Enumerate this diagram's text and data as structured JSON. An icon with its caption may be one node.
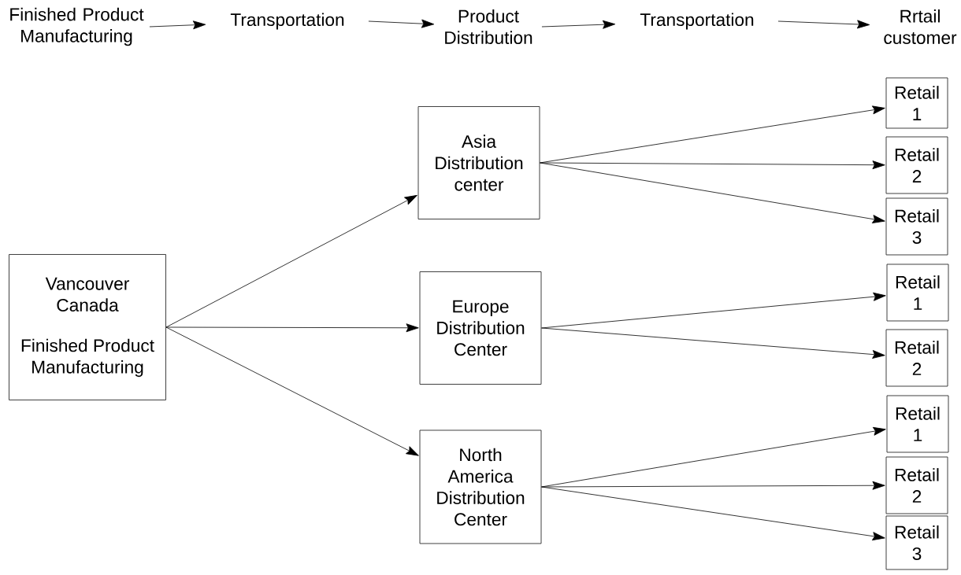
{
  "diagram": {
    "nodes": [
      {
        "text": [
          "Finished Product Manufacturing"
        ]
      },
      {
        "text": [
          "Transportation"
        ]
      },
      {
        "text": [
          "Product Distribution"
        ]
      },
      {
        "text": [
          "Transportation"
        ]
      },
      {
        "text": [
          "Rrtail customer"
        ]
      },
      {
        "text": [
          "Vancouver Canada",
          "Finished Product Manufacturing"
        ]
      },
      {
        "text": [
          "Asia Distribution center"
        ]
      },
      {
        "text": [
          "Europe Distribution Center"
        ]
      },
      {
        "text": [
          "North America Distribution Center"
        ]
      },
      {
        "text": [
          "Retail 1"
        ]
      },
      {
        "text": [
          "Retail 2"
        ]
      },
      {
        "text": [
          "Retail 3"
        ]
      },
      {
        "text": [
          "Retail 1"
        ]
      },
      {
        "text": [
          "Retail 2"
        ]
      },
      {
        "text": [
          "Retail 1"
        ]
      },
      {
        "text": [
          "Retail 2"
        ]
      },
      {
        "text": [
          "Retail 3"
        ]
      }
    ],
    "edges": [
      {
        "from": 0,
        "to": 1,
        "arrow": "to"
      },
      {
        "from": 1,
        "to": 2,
        "arrow": "to"
      },
      {
        "from": 2,
        "to": 3,
        "arrow": "to"
      },
      {
        "from": 3,
        "to": 4,
        "arrow": "to"
      },
      {
        "from": 5,
        "to": 6,
        "arrow": "to"
      },
      {
        "from": 5,
        "to": 7,
        "arrow": "to"
      },
      {
        "from": 5,
        "to": 8,
        "arrow": "to"
      },
      {
        "from": 6,
        "to": 9,
        "arrow": "to"
      },
      {
        "from": 6,
        "to": 10,
        "arrow": "to"
      },
      {
        "from": 6,
        "to": 11,
        "arrow": "to"
      },
      {
        "from": 7,
        "to": 12,
        "arrow": "to"
      },
      {
        "from": 7,
        "to": 13,
        "arrow": "to"
      },
      {
        "from": 8,
        "to": 14,
        "arrow": "to"
      },
      {
        "from": 8,
        "to": 15,
        "arrow": "to"
      },
      {
        "from": 8,
        "to": 16,
        "arrow": "to"
      }
    ]
  }
}
